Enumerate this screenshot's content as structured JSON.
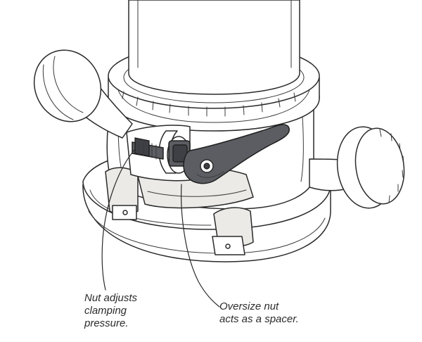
{
  "callouts": {
    "nut_adjusts": [
      "Nut adjusts",
      "clamping",
      "pressure."
    ],
    "oversize_nut": [
      "Oversize nut",
      "acts as a spacer."
    ]
  }
}
